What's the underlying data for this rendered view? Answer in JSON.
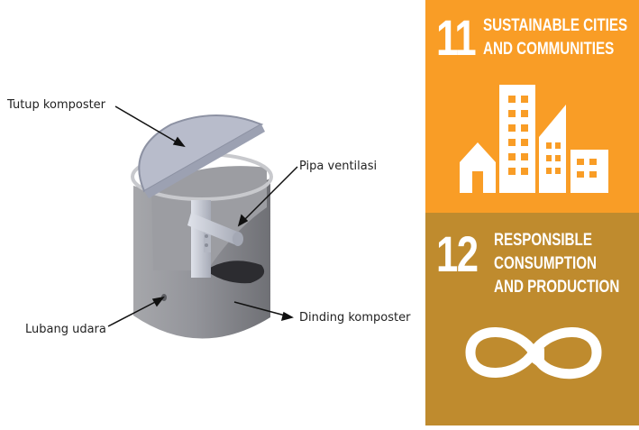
{
  "diagram": {
    "labels": {
      "lid": "Tutup komposter",
      "vent_pipe": "Pipa ventilasi",
      "air_hole": "Lubang udara",
      "wall": "Dinding komposter"
    },
    "colors": {
      "bin_body": "#8f9094",
      "lid": "#b8bccb",
      "pipe": "#c9cdd8"
    }
  },
  "sdg_panels": [
    {
      "number": "11",
      "title_line1": "SUSTAINABLE CITIES",
      "title_line2": "AND COMMUNITIES",
      "color": "#F99D26",
      "icon": "city-buildings-icon"
    },
    {
      "number": "12",
      "title_line1": "RESPONSIBLE",
      "title_line2": "CONSUMPTION",
      "title_line3": "AND PRODUCTION",
      "color": "#BF8B2E",
      "icon": "infinity-loop-icon"
    }
  ]
}
